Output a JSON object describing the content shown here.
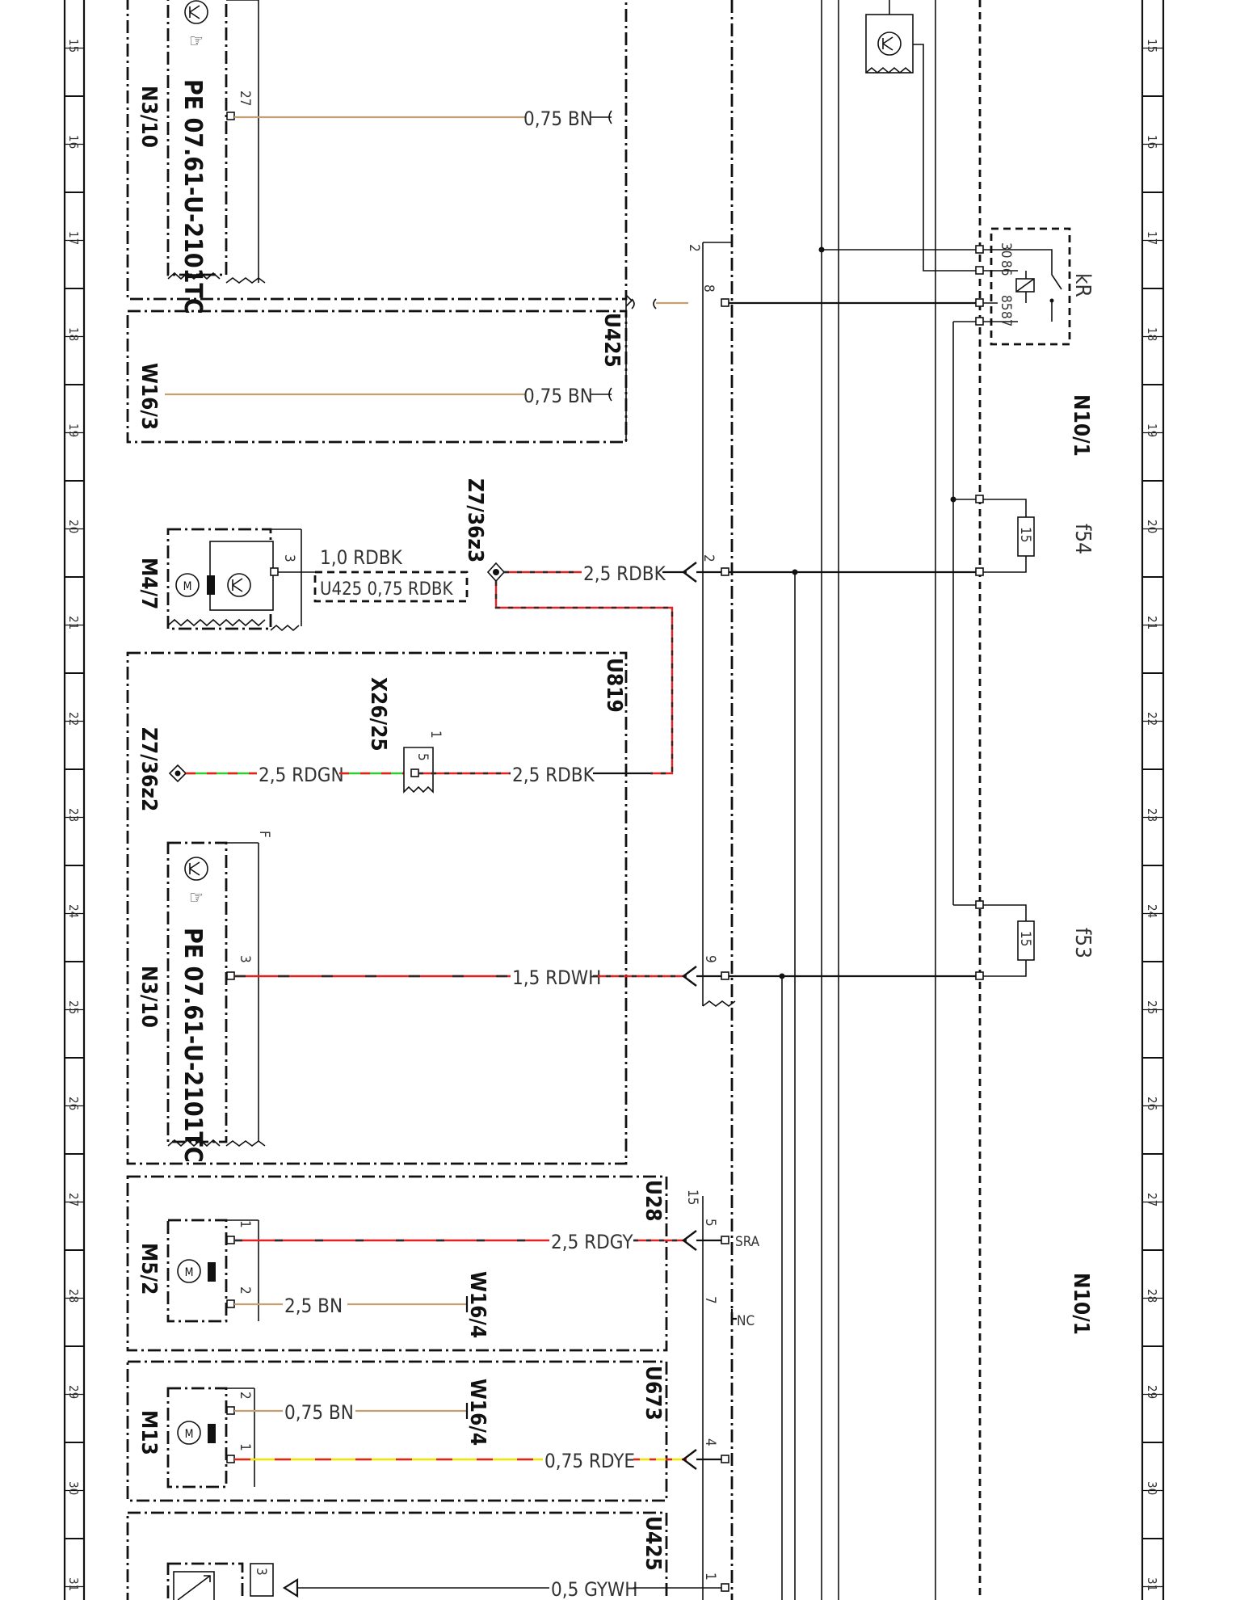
{
  "ruler_rows": [
    "15",
    "16",
    "17",
    "18",
    "19",
    "20",
    "21",
    "22",
    "23",
    "24",
    "25",
    "26",
    "27",
    "28",
    "29",
    "30",
    "31"
  ],
  "colors": {
    "BN": "#c4a070",
    "RD": "#e42020",
    "BK": "#2a2a2a",
    "GN": "#2fcf2f",
    "GY": "#9a9a9a",
    "WH": "#ffffff",
    "YE": "#f0e600"
  },
  "components": {
    "n3_10_top": "N3/10",
    "n3_10_top_part": "PE 07.61-U-2101TC",
    "w16_3": "W16/3",
    "u425_top": "U425",
    "m4_7": "M4/7",
    "z7_36z3": "Z7/36z3",
    "u819": "U819",
    "x26_25": "X26/25",
    "z7_36z2": "Z7/36z2",
    "n3_10_mid": "N3/10",
    "n3_10_mid_part": "PE 07.61-U-2101TC",
    "u28": "U28",
    "m5_2": "M5/2",
    "w16_4_a": "W16/4",
    "u673": "U673",
    "m13": "M13",
    "w16_4_b": "W16/4",
    "u425_bottom": "U425",
    "n10_1_top": "N10/1",
    "n10_1_bottom": "N10/1",
    "kr": "kR",
    "f54": "f54",
    "f53": "f53",
    "fuse_rating": "15",
    "sra": "SRA",
    "nc": "NC",
    "label_f": "F"
  },
  "wires": {
    "w1": "0,75 BN",
    "w2": "0,75 BN",
    "w3": "1,0 RDBK",
    "w4": "U425 0,75 RDBK",
    "w5": "2,5 RDBK",
    "w6": "2,5 RDGN",
    "w7": "2,5 RDBK",
    "w8": "1,5 RDWH",
    "w9": "2,5 RDGY",
    "w10": "2,5 BN",
    "w11": "0,75 BN",
    "w12": "0,75 RDYE",
    "w13": "0,5 GYWH"
  },
  "pins": {
    "p27": "27",
    "p2a": "2",
    "p8": "8",
    "p3_m47": "3",
    "p2b": "2",
    "p1_x26": "1",
    "p5_x26": "5",
    "p3_n310": "3",
    "p9": "9",
    "p15": "15",
    "p5_sra": "5",
    "p1_m52": "1",
    "p2_m52": "2",
    "p7": "7",
    "p2_m13": "2",
    "p1_m13": "1",
    "p4": "4",
    "p3_bot": "3",
    "p1_bot": "1",
    "relay_30": "30",
    "relay_86": "86",
    "relay_85": "85",
    "relay_87": "87"
  }
}
